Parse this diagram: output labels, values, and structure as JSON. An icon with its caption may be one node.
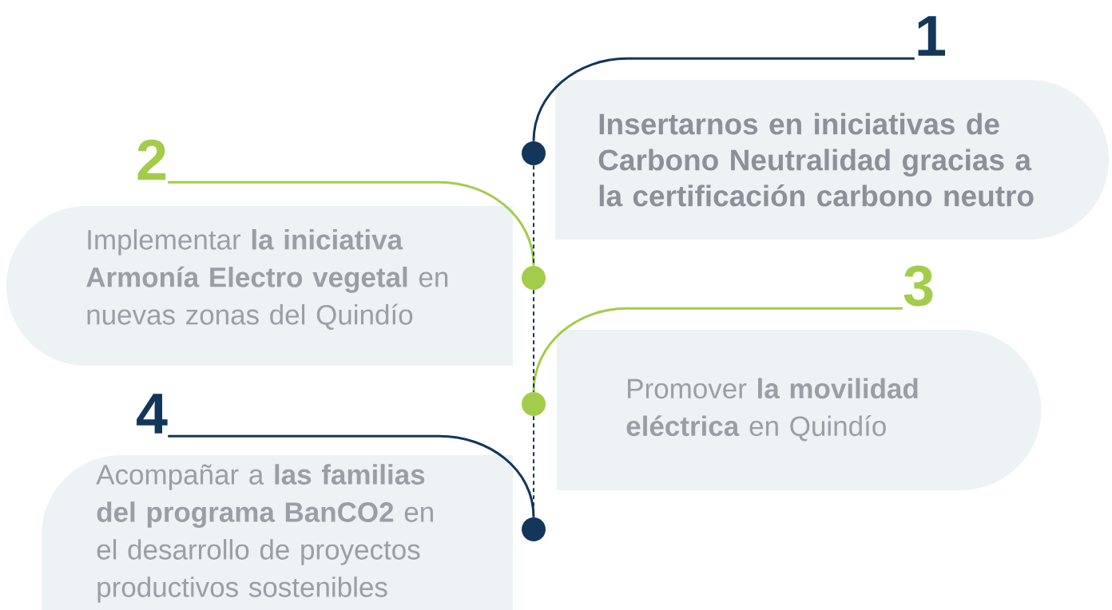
{
  "diagram": {
    "nodes": [
      {
        "text": [
          "1"
        ]
      },
      {
        "text": [
          "Insertarnos en iniciativas de Carbono Neutralidad gracias a la certificación carbono neutro"
        ]
      },
      {
        "text": [],
        "shape": "circle"
      },
      {
        "text": [
          "2"
        ]
      },
      {
        "text": [
          "Implementar **la iniciativa Armonía Electro vegetal** en nuevas zonas del Quindío"
        ]
      },
      {
        "text": [],
        "shape": "circle"
      },
      {
        "text": [
          "3"
        ]
      },
      {
        "text": [
          "Promover **la movilidad eléctrica** en Quindío"
        ]
      },
      {
        "text": [],
        "shape": "circle"
      },
      {
        "text": [
          "4"
        ]
      },
      {
        "text": [
          "Acompañar a **las familias del programa BanCO2** en el desarrollo de proyectos productivos sostenibles"
        ]
      },
      {
        "text": [],
        "shape": "circle"
      }
    ],
    "edges": [
      {
        "from": 0,
        "to": 2,
        "arrow": "none"
      },
      {
        "from": 3,
        "to": 5,
        "arrow": "none",
        "color": "#a3cc4a"
      },
      {
        "from": 6,
        "to": 8,
        "arrow": "none",
        "color": "#a3cc4a"
      },
      {
        "from": 9,
        "to": 11,
        "arrow": "none"
      },
      {
        "from": 2,
        "to": 5,
        "arrow": "none",
        "style": "dashed"
      },
      {
        "from": 5,
        "to": 8,
        "arrow": "none",
        "style": "dashed"
      },
      {
        "from": 8,
        "to": 11,
        "arrow": "none",
        "style": "dashed"
      }
    ]
  }
}
